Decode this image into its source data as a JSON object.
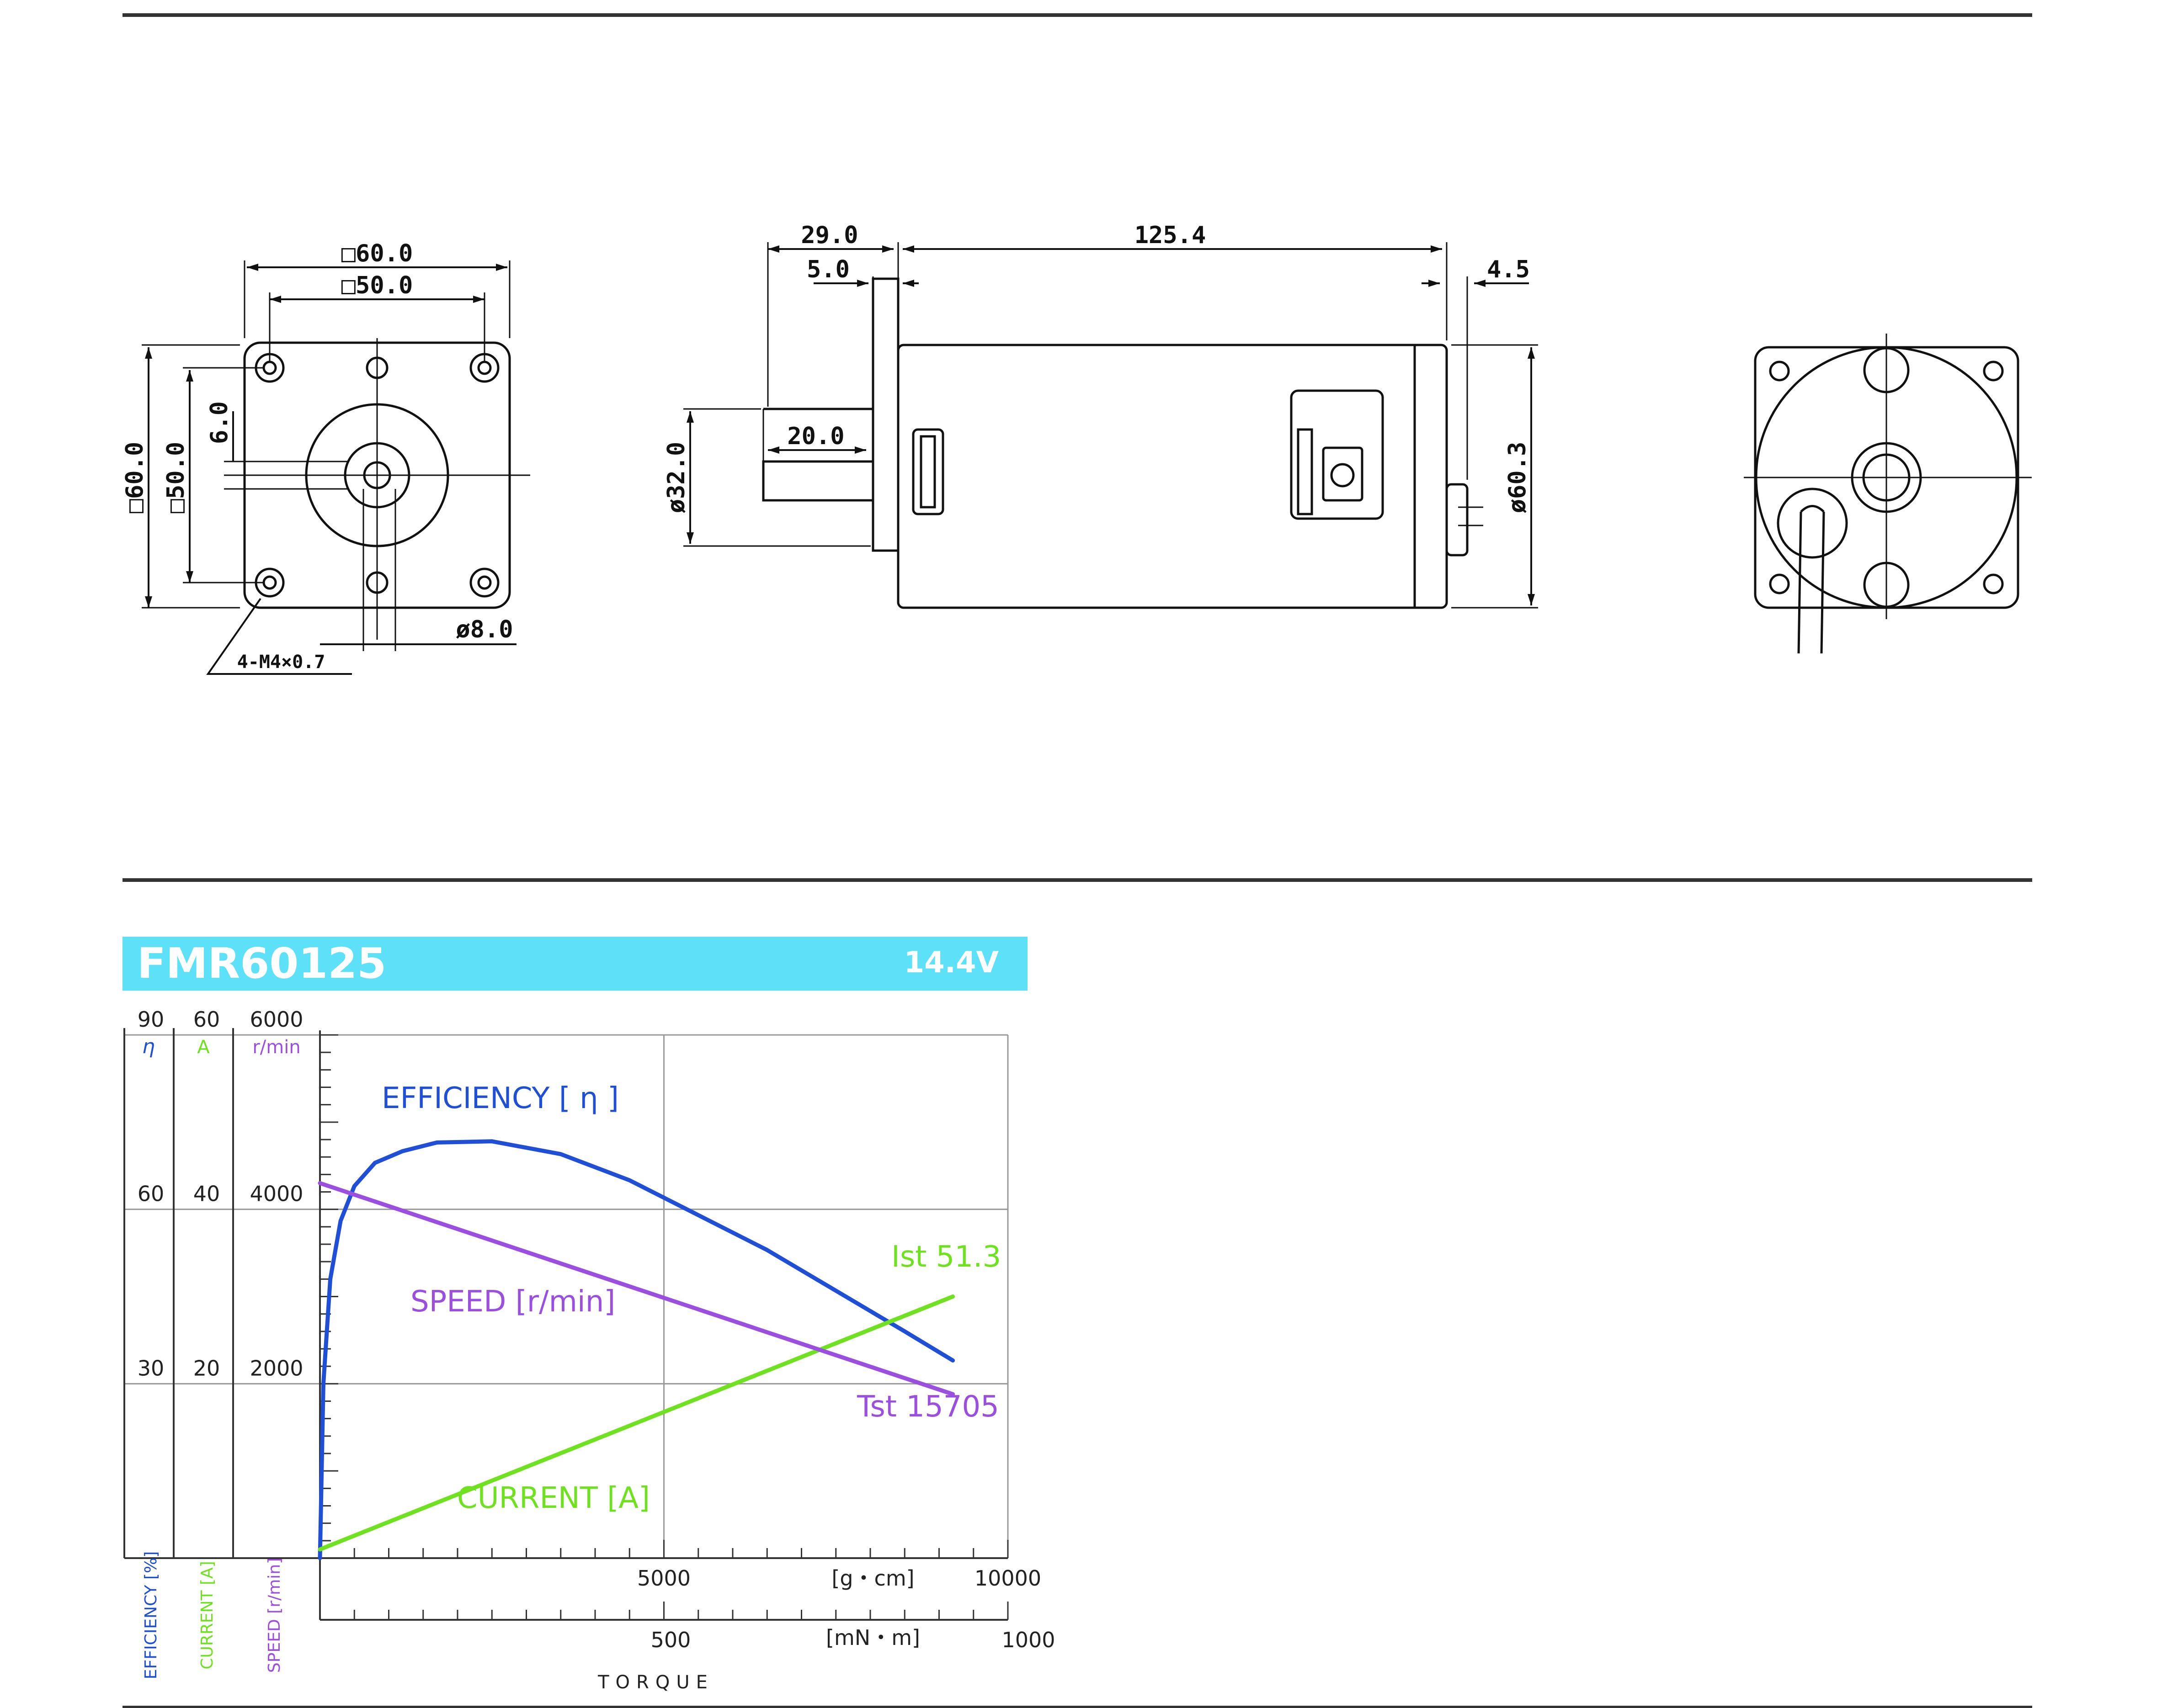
{
  "drawing": {
    "front_view": {
      "square_outer": "□60.0",
      "square_inner": "□50.0",
      "side_square_outer": "□60.0",
      "side_square_inner": "□50.0",
      "flat": "6.0",
      "shaft_dia": "ø8.0",
      "screws": "4-M4×0.7"
    },
    "side_view": {
      "shaft_length": "29.0",
      "pilot_length": "5.0",
      "body_length": "125.4",
      "terminal_length": "4.5",
      "flat_length": "20.0",
      "pilot_dia": "ø32.0",
      "body_dia": "ø60.3"
    }
  },
  "header": {
    "model": "FMR60125",
    "voltage": "14.4V",
    "bar_color": "#5ce1f8"
  },
  "colors": {
    "efficiency": "#1f4fd6",
    "current": "#6ee21e",
    "speed": "#9b4fe0"
  },
  "chart_data": {
    "type": "line",
    "axes": {
      "efficiency": {
        "unit_symbol": "η",
        "title": "EFFICIENCY [%]",
        "range": [
          0,
          90
        ],
        "tick_labels": [
          "90",
          "60",
          "30"
        ]
      },
      "current": {
        "unit_symbol": "A",
        "title": "CURRENT [A]",
        "range": [
          0,
          60
        ],
        "tick_labels": [
          "60",
          "40",
          "20"
        ]
      },
      "speed": {
        "unit_symbol": "r/min",
        "title": "SPEED [r/min]",
        "range": [
          0,
          6000
        ],
        "tick_labels": [
          "6000",
          "4000",
          "2000"
        ]
      },
      "torque_gcm": {
        "unit": "[g・cm]",
        "range": [
          0,
          10000
        ],
        "tick_labels": [
          "5000",
          "10000"
        ]
      },
      "torque_mNm": {
        "unit": "[mN・m]",
        "range": [
          0,
          1000
        ],
        "tick_labels": [
          "500",
          "1000"
        ]
      },
      "x_title": "TORQUE"
    },
    "series": [
      {
        "name": "EFFICIENCY [ η ]",
        "axis": "efficiency",
        "x": [
          0,
          50,
          150,
          300,
          500,
          800,
          1200,
          1700,
          2500,
          3500,
          4500,
          5500,
          6500,
          7500,
          8500,
          9200
        ],
        "y": [
          0,
          30,
          48,
          58,
          64,
          68,
          70,
          71.5,
          71.7,
          69.5,
          65,
          59,
          53,
          46,
          39,
          34
        ]
      },
      {
        "name": "CURRENT [A]",
        "axis": "current",
        "x": [
          0,
          9200
        ],
        "y": [
          1,
          30
        ]
      },
      {
        "name": "SPEED [r/min]",
        "axis": "speed",
        "x": [
          0,
          9200
        ],
        "y": [
          4300,
          1880
        ]
      }
    ],
    "annotations": {
      "ist": "Ist 51.3",
      "tst": "Tst 15705"
    },
    "grid": true
  }
}
